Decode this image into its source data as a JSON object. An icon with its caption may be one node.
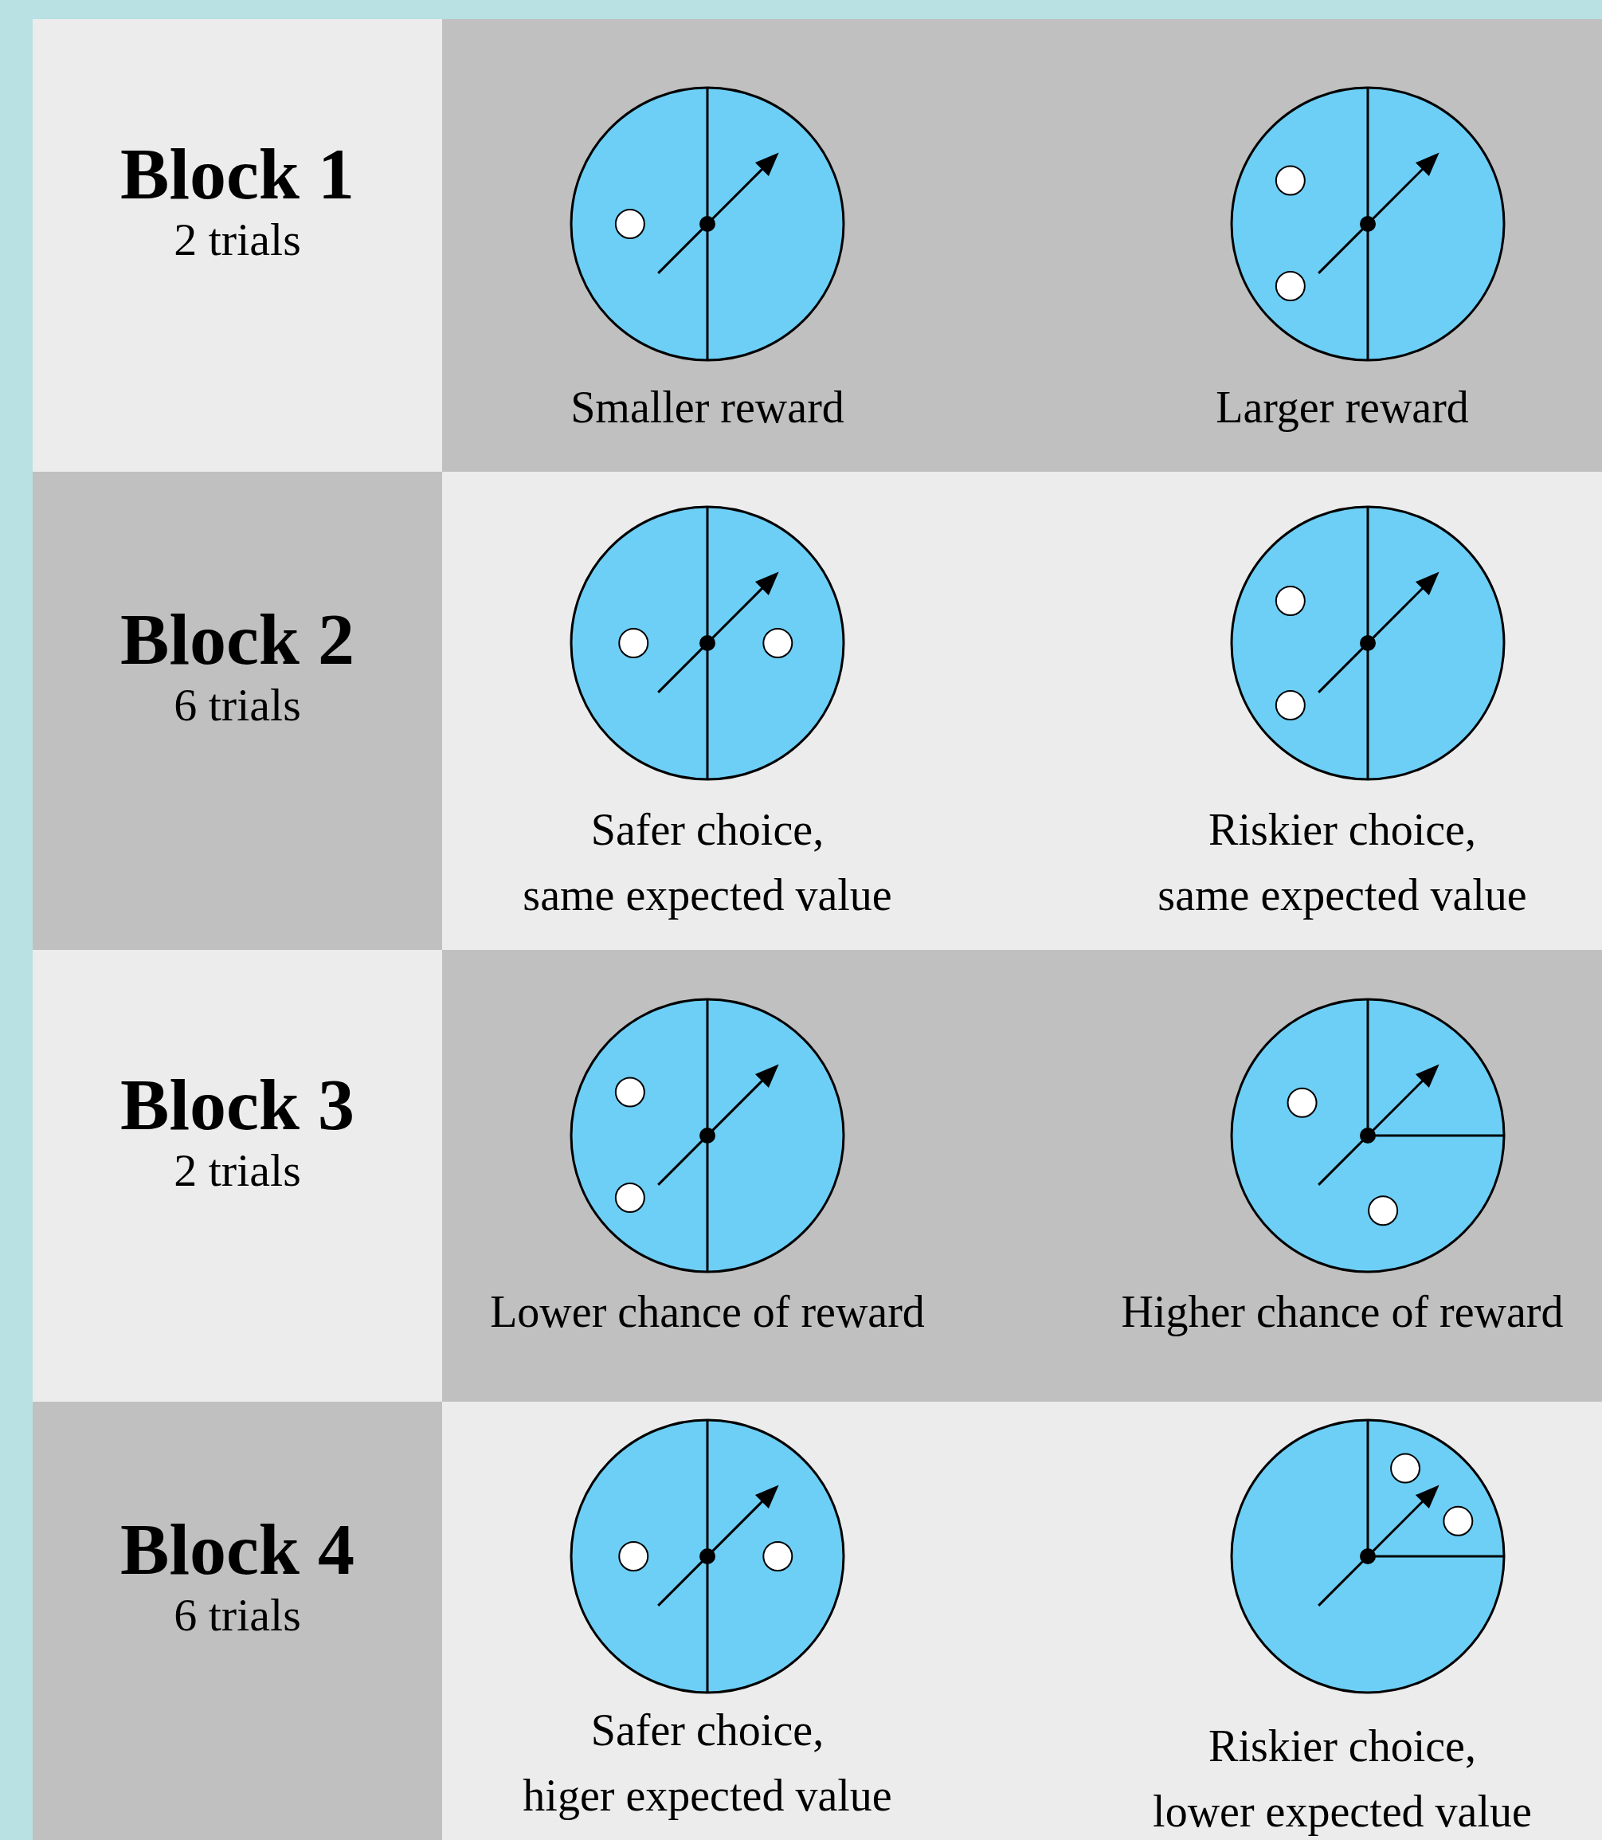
{
  "diagram": {
    "labels": [
      "Block 1",
      "2 trials",
      "Smaller reward",
      "Larger reward",
      "Block 2",
      "6 trials",
      "Safer choice, same expected value",
      "Riskier choice, same expected value",
      "Block 3",
      "2 trials",
      "Lower chance of reward",
      "Higher chance of reward",
      "Block 4",
      "6 trials",
      "Safer choice, higer expected value",
      "Riskier choice, lower expected value"
    ]
  }
}
